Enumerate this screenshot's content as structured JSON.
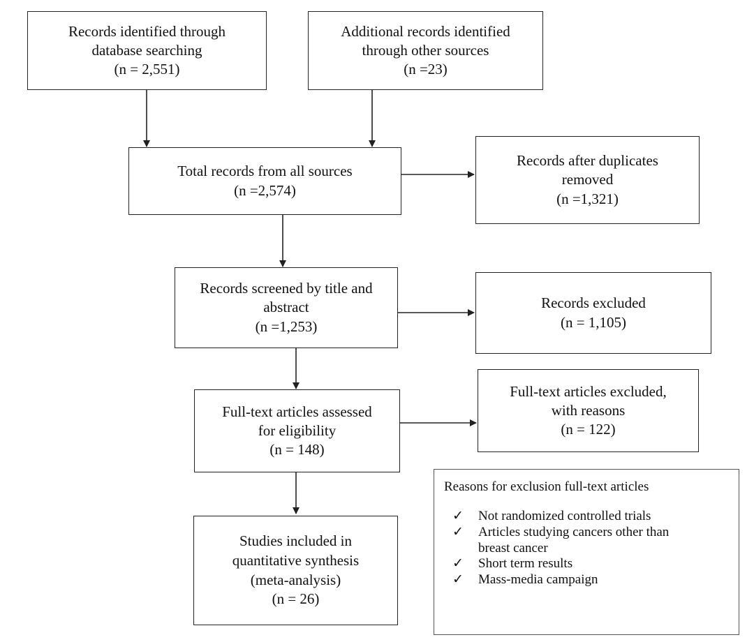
{
  "boxes": {
    "identified_db": {
      "lines": [
        "Records identified through",
        "database searching",
        "(n = 2,551)"
      ]
    },
    "identified_other": {
      "lines": [
        "Additional records identified",
        "through other sources",
        "(n =23)"
      ]
    },
    "total": {
      "lines": [
        "Total records from all sources",
        "(n =2,574)"
      ]
    },
    "after_duplicates": {
      "lines": [
        "Records after duplicates",
        "removed",
        "(n =1,321)"
      ]
    },
    "screened": {
      "lines": [
        "Records screened by title and",
        "abstract",
        "(n =1,253)"
      ]
    },
    "excluded": {
      "lines": [
        "Records excluded",
        "(n = 1,105)"
      ]
    },
    "fulltext": {
      "lines": [
        "Full-text articles assessed",
        "for eligibility",
        "(n = 148)"
      ]
    },
    "fulltext_excluded": {
      "lines": [
        "Full-text articles excluded,",
        "with reasons",
        "(n = 122)"
      ]
    },
    "included": {
      "lines": [
        "Studies included in",
        "quantitative synthesis",
        "(meta-analysis)",
        "(n = 26)"
      ]
    }
  },
  "reasons": {
    "title": "Reasons for exclusion full-text articles",
    "check_symbol": "✓",
    "items": [
      {
        "text": "Not randomized controlled trials"
      },
      {
        "text": "Articles studying cancers other than breast cancer"
      },
      {
        "text": "Short term results"
      },
      {
        "text": "Mass-media campaign"
      }
    ]
  }
}
